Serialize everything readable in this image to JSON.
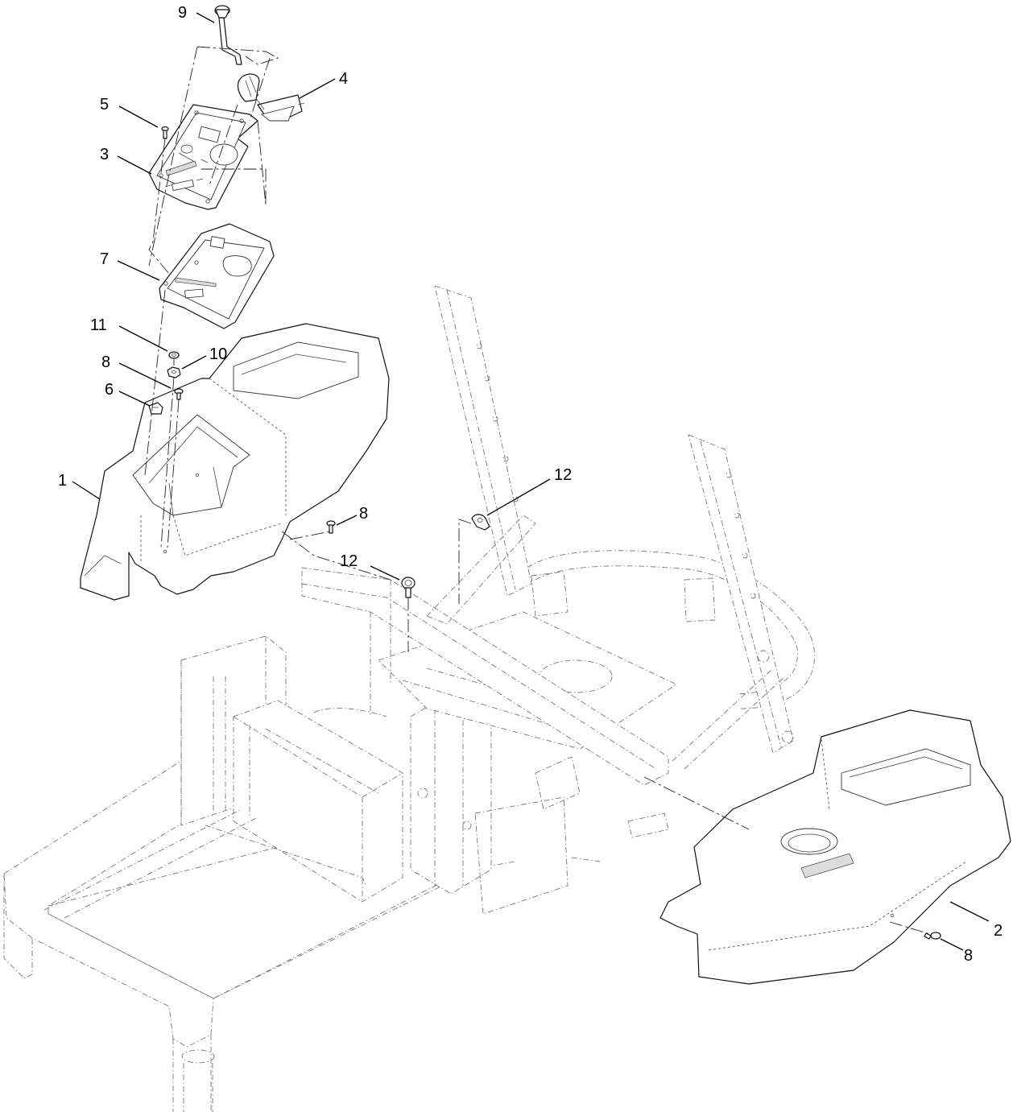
{
  "callouts": [
    {
      "id": "c9",
      "label": "9"
    },
    {
      "id": "c4",
      "label": "4"
    },
    {
      "id": "c5",
      "label": "5"
    },
    {
      "id": "c3",
      "label": "3"
    },
    {
      "id": "c7",
      "label": "7"
    },
    {
      "id": "c11",
      "label": "11"
    },
    {
      "id": "c10",
      "label": "10"
    },
    {
      "id": "c8a",
      "label": "8"
    },
    {
      "id": "c6",
      "label": "6"
    },
    {
      "id": "c1",
      "label": "1"
    },
    {
      "id": "c12a",
      "label": "12"
    },
    {
      "id": "c8b",
      "label": "8"
    },
    {
      "id": "c12b",
      "label": "12"
    },
    {
      "id": "c2",
      "label": "2"
    },
    {
      "id": "c8c",
      "label": "8"
    }
  ]
}
